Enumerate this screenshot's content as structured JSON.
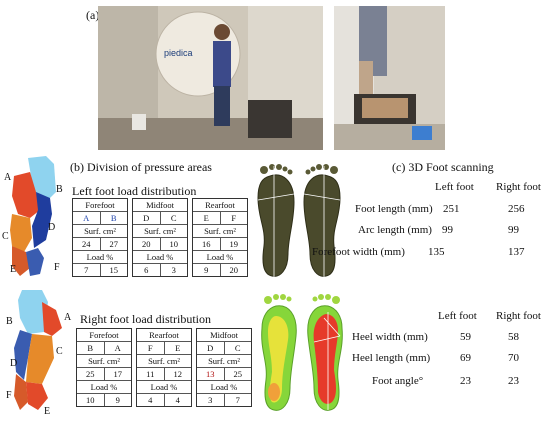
{
  "panel_a": {
    "label": "(a)",
    "sign_text": "piedica"
  },
  "panel_b": {
    "label": "(b)",
    "title": "Division of pressure areas",
    "left_title": "Left foot load distribution",
    "right_title": "Right foot load distribution",
    "left_zone_letters": [
      "A",
      "B",
      "C",
      "D",
      "E",
      "F"
    ],
    "right_zone_letters": [
      "B",
      "A",
      "C",
      "D",
      "F",
      "E"
    ],
    "left_tables": [
      {
        "name": "Forefoot",
        "cols": [
          "A",
          "B"
        ],
        "surf_label": "Surf. cm²",
        "surf": [
          "24",
          "27"
        ],
        "load_label": "Load %",
        "load": [
          "7",
          "15"
        ]
      },
      {
        "name": "Midfoot",
        "cols": [
          "D",
          "C"
        ],
        "surf_label": "Surf. cm²",
        "surf": [
          "20",
          "10"
        ],
        "load_label": "Load %",
        "load": [
          "6",
          "3"
        ]
      },
      {
        "name": "Rearfoot",
        "cols": [
          "E",
          "F"
        ],
        "surf_label": "Surf. cm²",
        "surf": [
          "16",
          "19"
        ],
        "load_label": "Load %",
        "load": [
          "9",
          "20"
        ]
      }
    ],
    "right_tables": [
      {
        "name": "Forefoot",
        "cols": [
          "B",
          "A"
        ],
        "surf_label": "Surf. cm²",
        "surf": [
          "25",
          "17"
        ],
        "load_label": "Load %",
        "load": [
          "10",
          "9"
        ]
      },
      {
        "name": "Rearfoot",
        "cols": [
          "F",
          "E"
        ],
        "surf_label": "Surf. cm²",
        "surf": [
          "11",
          "12"
        ],
        "load_label": "Load %",
        "load": [
          "4",
          "4"
        ]
      },
      {
        "name": "Midfoot",
        "cols": [
          "D",
          "C"
        ],
        "surf_label": "Surf. cm²",
        "surf": [
          "13",
          "25"
        ],
        "load_label": "Load %",
        "load": [
          "3",
          "7"
        ]
      }
    ]
  },
  "panel_c": {
    "label": "(c)",
    "title": "3D Foot scanning",
    "col_left": "Left foot",
    "col_right": "Right foot",
    "rows_top": [
      {
        "name": "Foot length (mm)",
        "left": "251",
        "right": "256"
      },
      {
        "name": "Arc length (mm)",
        "left": "99",
        "right": "99"
      },
      {
        "name": "Forefoot width (mm)",
        "left": "135",
        "right": "137"
      }
    ],
    "rows_bottom": [
      {
        "name": "Heel width (mm)",
        "left": "59",
        "right": "58"
      },
      {
        "name": "Heel length (mm)",
        "left": "69",
        "right": "70"
      },
      {
        "name": "Foot angle°",
        "left": "23",
        "right": "23"
      }
    ]
  },
  "colors": {
    "accent_red": "#b01010",
    "accent_blue": "#1a3faa"
  }
}
